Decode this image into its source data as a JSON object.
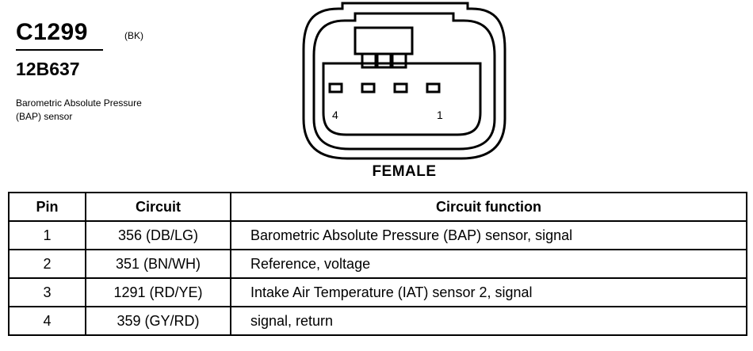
{
  "connector": {
    "code": "C1299",
    "color": "(BK)",
    "part_number": "12B637",
    "description": "Barometric Absolute Pressure (BAP) sensor",
    "pin_left_label": "4",
    "pin_right_label": "1",
    "gender": "FEMALE"
  },
  "table": {
    "headers": [
      "Pin",
      "Circuit",
      "Circuit function"
    ],
    "rows": [
      {
        "pin": "1",
        "circuit": "356 (DB/LG)",
        "function": "Barometric Absolute Pressure (BAP) sensor, signal"
      },
      {
        "pin": "2",
        "circuit": "351 (BN/WH)",
        "function": "Reference, voltage"
      },
      {
        "pin": "3",
        "circuit": "1291 (RD/YE)",
        "function": "Intake Air Temperature (IAT) sensor 2, signal"
      },
      {
        "pin": "4",
        "circuit": "359 (GY/RD)",
        "function": "signal, return"
      }
    ]
  }
}
